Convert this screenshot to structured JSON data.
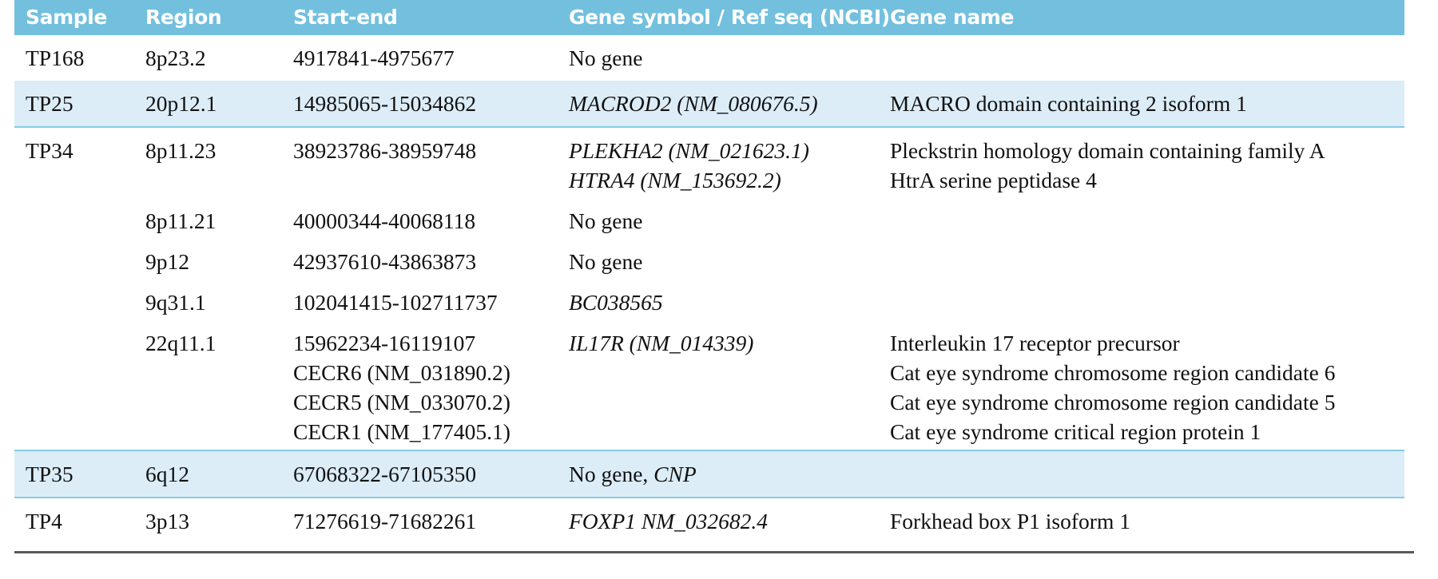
{
  "table": {
    "columns": [
      {
        "key": "sample",
        "label": "Sample"
      },
      {
        "key": "region",
        "label": "Region"
      },
      {
        "key": "startend",
        "label": "Start-end"
      },
      {
        "key": "gene",
        "label": "Gene symbol / Ref seq (NCBI)"
      },
      {
        "key": "genename",
        "label": "Gene name"
      }
    ],
    "colors": {
      "header_background": "#72c0de",
      "header_text": "#ffffff",
      "shaded_row_background": "#dcedf8",
      "separator_rule": "#86cbe3",
      "bottom_rule": "#58585a",
      "body_text": "#111111"
    },
    "rows": [
      {
        "sample": "TP168",
        "region": "8p23.2",
        "startend": "4917841-4975677",
        "gene_lines": [
          {
            "text": "No gene",
            "italic": false
          }
        ],
        "genename_lines": [],
        "shaded": false,
        "rule_below": false
      },
      {
        "sample": "TP25",
        "region": "20p12.1",
        "startend": "14985065-15034862",
        "gene_lines": [
          {
            "text": "MACROD2 (NM_080676.5)",
            "italic": true
          }
        ],
        "genename_lines": [
          {
            "text": "MACRO domain containing 2 isoform 1",
            "italic": false
          }
        ],
        "shaded": true,
        "rule_below": true
      },
      {
        "sample": "TP34",
        "region": "8p11.23",
        "startend": "38923786-38959748",
        "gene_lines": [
          {
            "text": "PLEKHA2 (NM_021623.1)",
            "italic": true
          },
          {
            "text": "HTRA4 (NM_153692.2)",
            "italic": true
          }
        ],
        "genename_lines": [
          {
            "text": "Pleckstrin homology domain containing family A",
            "italic": false
          },
          {
            "text": "HtrA serine peptidase 4",
            "italic": false
          }
        ],
        "shaded": false,
        "rule_below": false
      },
      {
        "sample": "",
        "region": "8p11.21",
        "startend": "40000344-40068118",
        "gene_lines": [
          {
            "text": "No gene",
            "italic": false
          }
        ],
        "genename_lines": [],
        "shaded": false,
        "rule_below": false
      },
      {
        "sample": "",
        "region": "9p12",
        "startend": "42937610-43863873",
        "gene_lines": [
          {
            "text": "No gene",
            "italic": false
          }
        ],
        "genename_lines": [],
        "shaded": false,
        "rule_below": false
      },
      {
        "sample": "",
        "region": "9q31.1",
        "startend": "102041415-102711737",
        "gene_lines": [
          {
            "text": "BC038565",
            "italic": true
          }
        ],
        "genename_lines": [],
        "shaded": false,
        "rule_below": false
      },
      {
        "sample": "",
        "region": "22q11.1",
        "startend_lines": [
          {
            "text": "15962234-16119107",
            "italic": false
          },
          {
            "text": "CECR6 (NM_031890.2)",
            "italic": false
          },
          {
            "text": "CECR5 (NM_033070.2)",
            "italic": false
          },
          {
            "text": "CECR1 (NM_177405.1)",
            "italic": false
          }
        ],
        "gene_lines": [
          {
            "text": "IL17R (NM_014339)",
            "italic": true
          }
        ],
        "genename_lines": [
          {
            "text": "Interleukin 17 receptor precursor",
            "italic": false
          },
          {
            "text": "Cat eye syndrome chromosome region candidate 6",
            "italic": false
          },
          {
            "text": "Cat eye syndrome chromosome region candidate 5",
            "italic": false
          },
          {
            "text": "Cat eye syndrome critical region protein 1",
            "italic": false
          }
        ],
        "shaded": false,
        "rule_below": true
      },
      {
        "sample": "TP35",
        "region": "6q12",
        "startend": "67068322-67105350",
        "gene_lines": [
          {
            "text": "No gene, ",
            "italic": false
          },
          {
            "text": "CNP",
            "italic": true,
            "inline": true
          }
        ],
        "genename_lines": [],
        "shaded": true,
        "rule_below": true
      },
      {
        "sample": "TP4",
        "region": "3p13",
        "startend": "71276619-71682261",
        "gene_lines": [
          {
            "text": "FOXP1 NM_032682.4",
            "italic": true
          }
        ],
        "genename_lines": [
          {
            "text": "Forkhead box P1 isoform 1",
            "italic": false
          }
        ],
        "shaded": false,
        "rule_below": false
      }
    ]
  }
}
